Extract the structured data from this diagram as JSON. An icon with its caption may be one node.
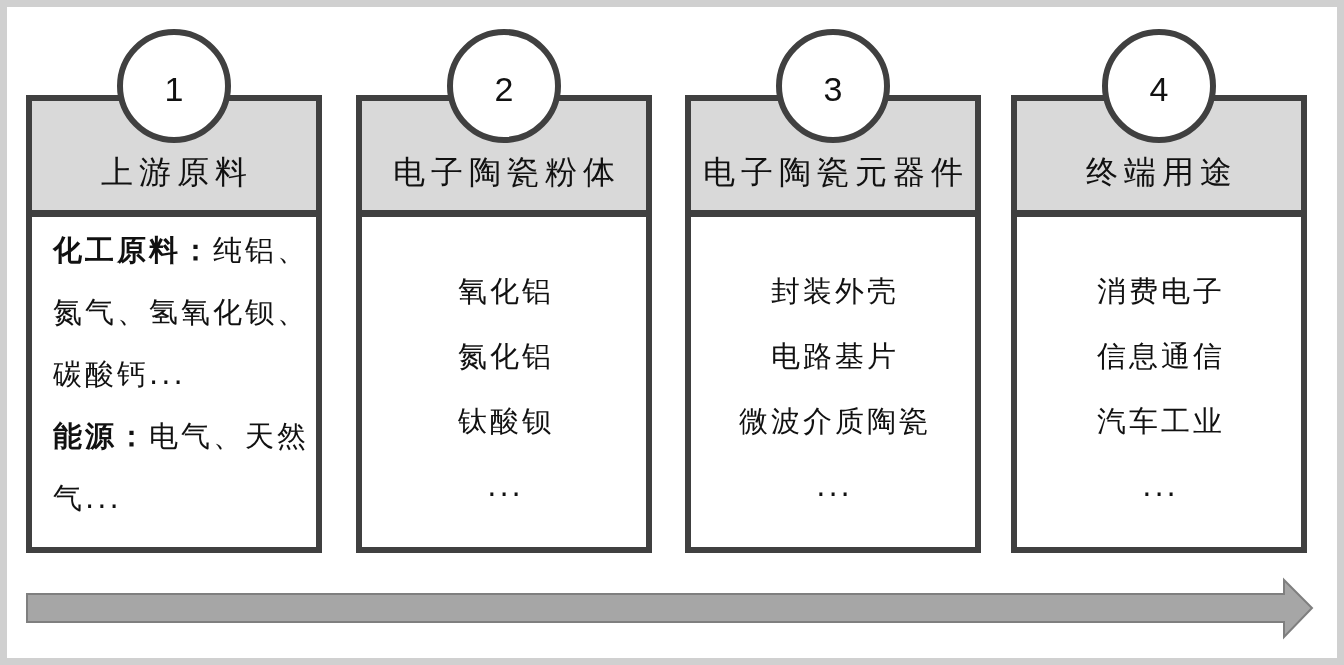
{
  "diagram": {
    "nodes": [
      {
        "text": [
          "1"
        ]
      },
      {
        "text": [
          "上游原料",
          "**化工原料：**纯铝、氮气、氢氧化钡、碳酸钙...",
          "**能源：**电气、天然气..."
        ]
      },
      {
        "text": [
          "2"
        ]
      },
      {
        "text": [
          "电子陶瓷粉体",
          "氧化铝",
          "氮化铝",
          "钛酸钡",
          "..."
        ]
      },
      {
        "text": [
          "3"
        ]
      },
      {
        "text": [
          "电子陶瓷元器件",
          "封装外壳",
          "电路基片",
          "微波介质陶瓷",
          "..."
        ]
      },
      {
        "text": [
          "4"
        ]
      },
      {
        "text": [
          "终端用途",
          "消费电子",
          "信息通信",
          "汽车工业",
          "..."
        ]
      }
    ]
  }
}
